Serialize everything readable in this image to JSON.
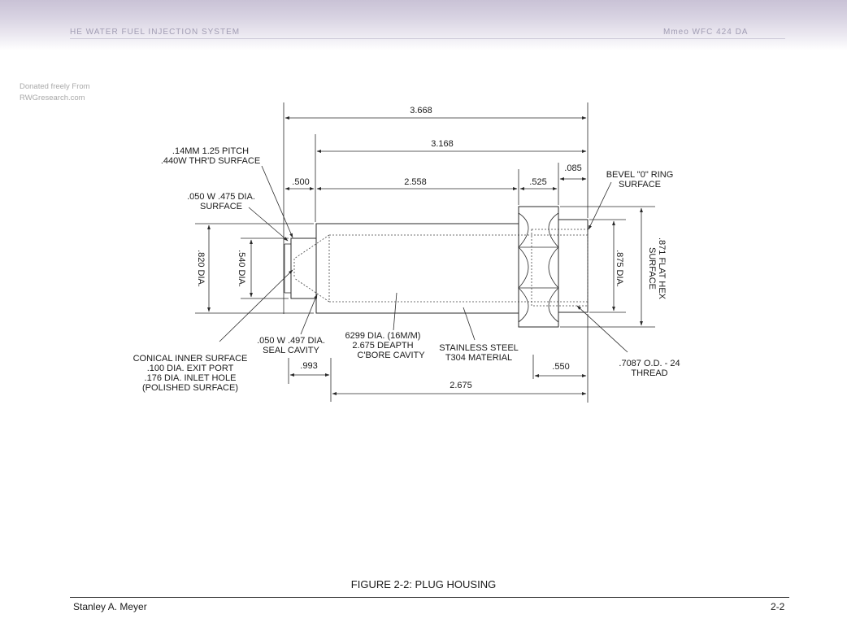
{
  "header": {
    "left": "HE WATER FUEL INJECTION SYSTEM",
    "right": "Mmeo WFC 424 DA"
  },
  "watermark": {
    "line1": "Donated freely From",
    "line2": "RWGresearch.com"
  },
  "dimensions": {
    "overall_length": "3.668",
    "body_length": "3.168",
    "tip_length": ".500",
    "cavity_span": "2.558",
    "hex_width": ".525",
    "bevel_gap": ".085",
    "od_dia": ".820 DIA.",
    "tip_dia": ".540 DIA.",
    "thread_dia": ".875 DIA.",
    "hex_flat": ".871 FLAT HEX",
    "hex_surface": "SURFACE",
    "exit_offset": ".993",
    "thread_len": ".550",
    "bore_depth": "2.675"
  },
  "callouts": {
    "pitch_l1": ".14MM 1.25 PITCH",
    "pitch_l2": ".440W THR'D SURFACE",
    "tip_surface_l1": ".050 W .475 DIA.",
    "tip_surface_l2": "SURFACE",
    "bevel_l1": "BEVEL \"0\" RING",
    "bevel_l2": "SURFACE",
    "seal_l1": ".050 W .497 DIA.",
    "seal_l2": "SEAL CAVITY",
    "conical_l1": "CONICAL INNER SURFACE",
    "conical_l2": ".100 DIA. EXIT  PORT",
    "conical_l3": ".176 DIA. INLET HOLE",
    "conical_l4": "(POLISHED SURFACE)",
    "bore_l1": "6299  DIA. (16M/M)",
    "bore_l2": "2.675 DEAPTH",
    "bore_l3": "C'BORE CAVITY",
    "material_l1": "STAINLESS STEEL",
    "material_l2": "T304 MATERIAL",
    "thread_l1": ".7087 O.D. - 24",
    "thread_l2": "THREAD"
  },
  "caption": "FIGURE 2-2: PLUG HOUSING",
  "footer": {
    "author": "Stanley A. Meyer",
    "page": "2-2"
  }
}
